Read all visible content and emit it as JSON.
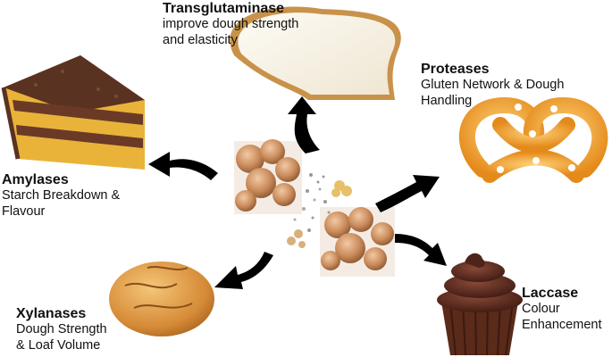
{
  "enzymes": [
    {
      "id": "transglutaminase",
      "name": "Transglutaminase",
      "effect": "improve dough strength\nand elasticity",
      "food": "bread-slice"
    },
    {
      "id": "proteases",
      "name": "Proteases",
      "effect": "Gluten Network & Dough\nHandling",
      "food": "pretzel"
    },
    {
      "id": "amylases",
      "name": "Amylases",
      "effect": "Starch Breakdown &\nFlavour",
      "food": "layer-cake"
    },
    {
      "id": "xylanases",
      "name": "Xylanases",
      "effect": "Dough Strength\n& Loaf Volume",
      "food": "bread-roll"
    },
    {
      "id": "laccase",
      "name": "Laccase",
      "effect": "Colour\nEnhancement",
      "food": "chocolate-cupcake"
    }
  ],
  "center": {
    "subject": "enzyme-molecules"
  },
  "colors": {
    "arrow": "#000000",
    "molecule": "#c98a5a",
    "text": "#111111"
  }
}
